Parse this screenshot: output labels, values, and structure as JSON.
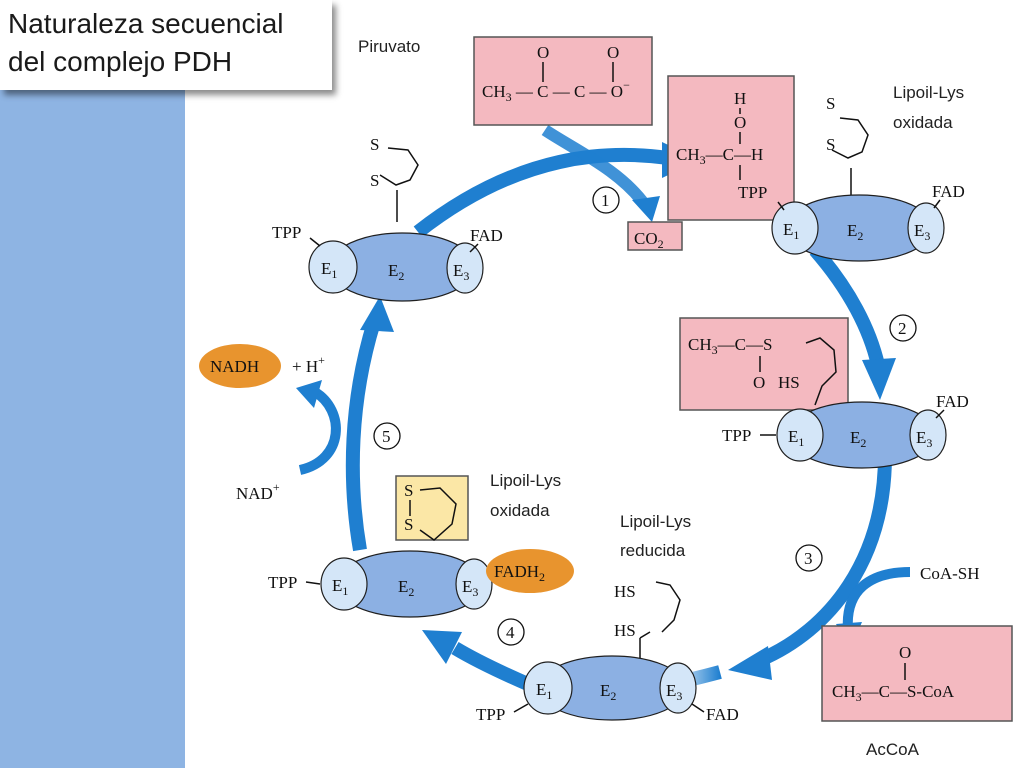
{
  "title": {
    "line1": "Naturaleza secuencial",
    "line2": "del complejo PDH"
  },
  "labels": {
    "piruvato": "Piruvato",
    "lipoil_oxidada_1": [
      "Lipoil-Lys",
      "oxidada"
    ],
    "lipoil_oxidada_2": [
      "Lipoil-Lys",
      "oxidada"
    ],
    "lipoil_reducida": [
      "Lipoil-Lys",
      "reducida"
    ],
    "accoa": "AcCoA"
  },
  "cofactors": {
    "tpp": "TPP",
    "fad": "FAD",
    "fadh": "FADH",
    "fadh_sub": "2",
    "nadh": "NADH",
    "h_plus": "+ H",
    "nad": "NAD",
    "coa_sh": "CoA-SH",
    "co": "CO",
    "co_sub": "2"
  },
  "enzymes": {
    "e": "E",
    "s1": "1",
    "s2": "2",
    "s3": "3"
  },
  "steps": [
    "1",
    "2",
    "3",
    "4",
    "5"
  ],
  "colors": {
    "sidebar": "#8eb4e3",
    "arrow": "#1f7fd0",
    "enzyme_e2": "#8cb0e3",
    "enzyme_e1e3": "#d4e6f8",
    "box_pink": "#f4b9c0",
    "box_yellow": "#fbe7a6",
    "badge_orange": "#e8942e"
  }
}
